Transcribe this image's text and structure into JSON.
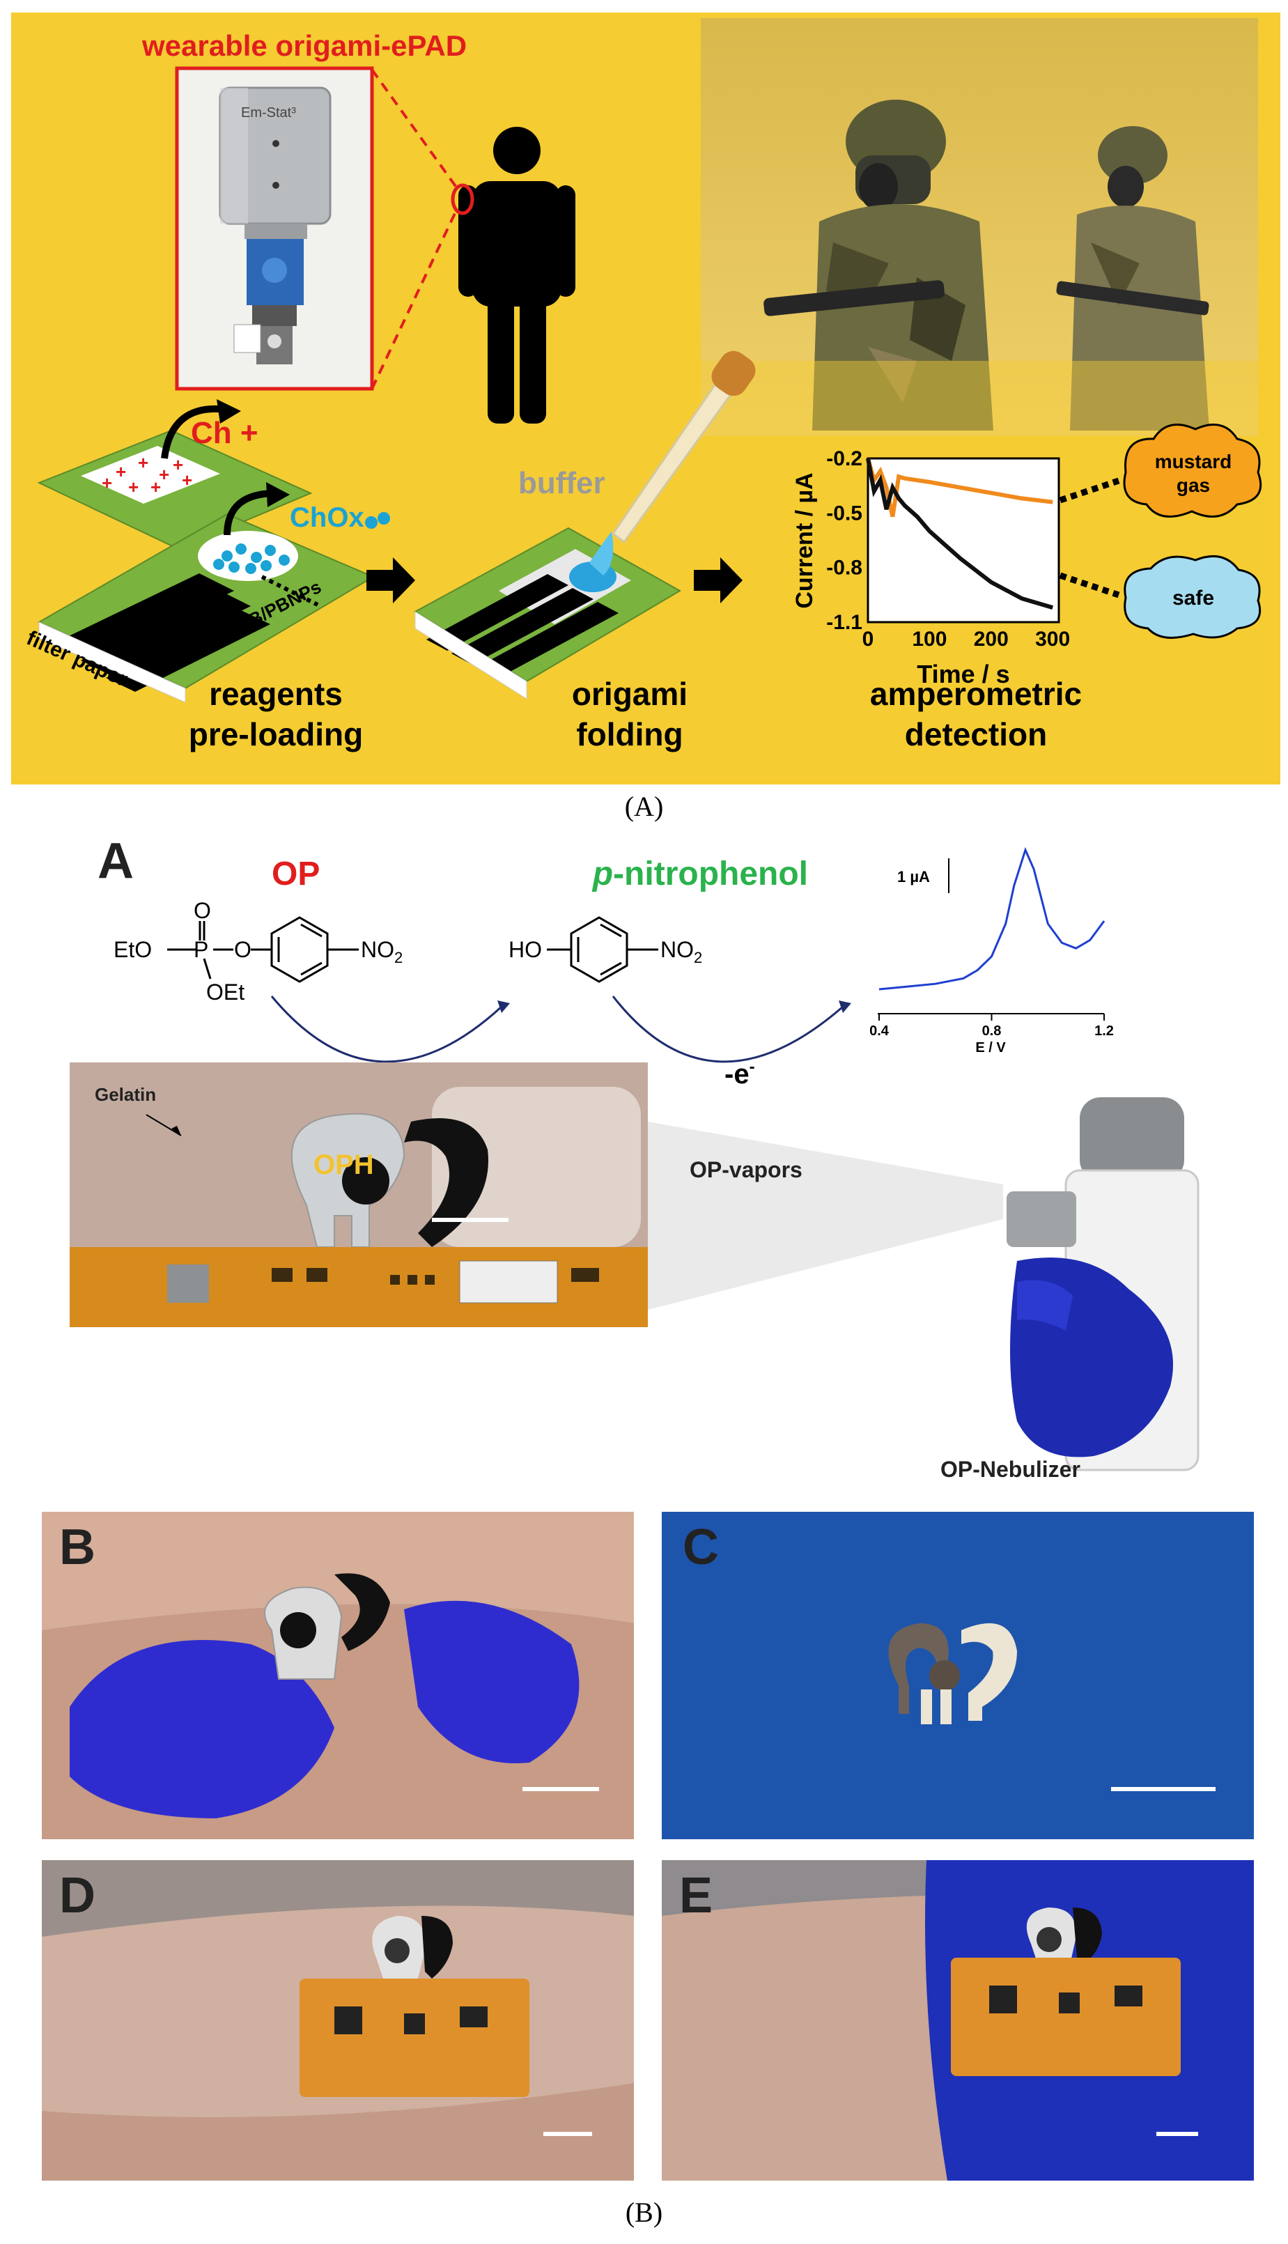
{
  "panelA": {
    "title": "wearable origami-ePAD",
    "device_brand": "Em-Stat³",
    "reagents": {
      "ch": "Ch +",
      "chox": "ChOx",
      "cb": "CB/PBNPs",
      "filter": "filter paper"
    },
    "buffer": "buffer",
    "steps": [
      {
        "line1": "reagents",
        "line2": "pre-loading"
      },
      {
        "line1": "origami",
        "line2": "folding"
      },
      {
        "line1": "amperometric",
        "line2": "detection"
      }
    ],
    "bubbles": {
      "mustard_line1": "mustard",
      "mustard_line2": "gas",
      "safe": "safe"
    },
    "colors": {
      "background": "#f5cc32",
      "red": "#e01e1e",
      "green": "#7ab33d",
      "teal": "#1aa3d4",
      "orange": "#f7a21c"
    },
    "chart_data": {
      "type": "line",
      "xlabel": "Time / s",
      "ylabel": "Current / µA",
      "xlim": [
        0,
        310
      ],
      "ylim": [
        -1.1,
        -0.2
      ],
      "xticks": [
        "0",
        "100",
        "200",
        "300"
      ],
      "yticks": [
        "-0.2",
        "-0.5",
        "-0.8",
        "-1.1"
      ],
      "series": [
        {
          "color": "#f08a1c",
          "x": [
            0,
            10,
            20,
            30,
            40,
            50,
            60,
            80,
            100,
            150,
            200,
            250,
            300
          ],
          "y": [
            -0.2,
            -0.32,
            -0.27,
            -0.36,
            -0.52,
            -0.3,
            -0.31,
            -0.32,
            -0.33,
            -0.36,
            -0.39,
            -0.42,
            -0.44
          ]
        },
        {
          "color": "#111111",
          "x": [
            0,
            10,
            20,
            30,
            40,
            50,
            60,
            80,
            100,
            150,
            200,
            250,
            300
          ],
          "y": [
            -0.2,
            -0.38,
            -0.32,
            -0.48,
            -0.36,
            -0.42,
            -0.46,
            -0.52,
            -0.6,
            -0.75,
            -0.88,
            -0.97,
            -1.02
          ]
        }
      ]
    }
  },
  "captionA": "(A)",
  "panelB": {
    "letter_main": "A",
    "op_label": "OP",
    "pnp_label_italic": "p",
    "pnp_label_rest": "-nitrophenol",
    "chem": {
      "eto": "EtO",
      "oet": "OEt",
      "p": "P",
      "o": "O",
      "no2": "NO",
      "no2_sub": "2",
      "ho": "HO"
    },
    "electron": "-e",
    "electron_sup": "-",
    "gelatin": "Gelatin",
    "oph": "OPH",
    "vapors": "OP-vapors",
    "nebulizer": "OP-Nebulizer",
    "scale_label": "1 µA",
    "letters": [
      "B",
      "C",
      "D",
      "E"
    ],
    "chart_data": {
      "type": "line",
      "xlabel": "E / V",
      "xlim": [
        0.4,
        1.2
      ],
      "xticks": [
        "0.4",
        "0.8",
        "1.2"
      ],
      "series": [
        {
          "color": "#1f3fd1",
          "x": [
            0.4,
            0.5,
            0.6,
            0.7,
            0.75,
            0.8,
            0.85,
            0.88,
            0.92,
            0.95,
            1.0,
            1.05,
            1.1,
            1.15,
            1.2
          ],
          "y": [
            0.0,
            0.05,
            0.1,
            0.2,
            0.35,
            0.6,
            1.2,
            1.9,
            2.55,
            2.2,
            1.2,
            0.85,
            0.75,
            0.9,
            1.25
          ]
        }
      ]
    }
  },
  "captionB": "(B)"
}
